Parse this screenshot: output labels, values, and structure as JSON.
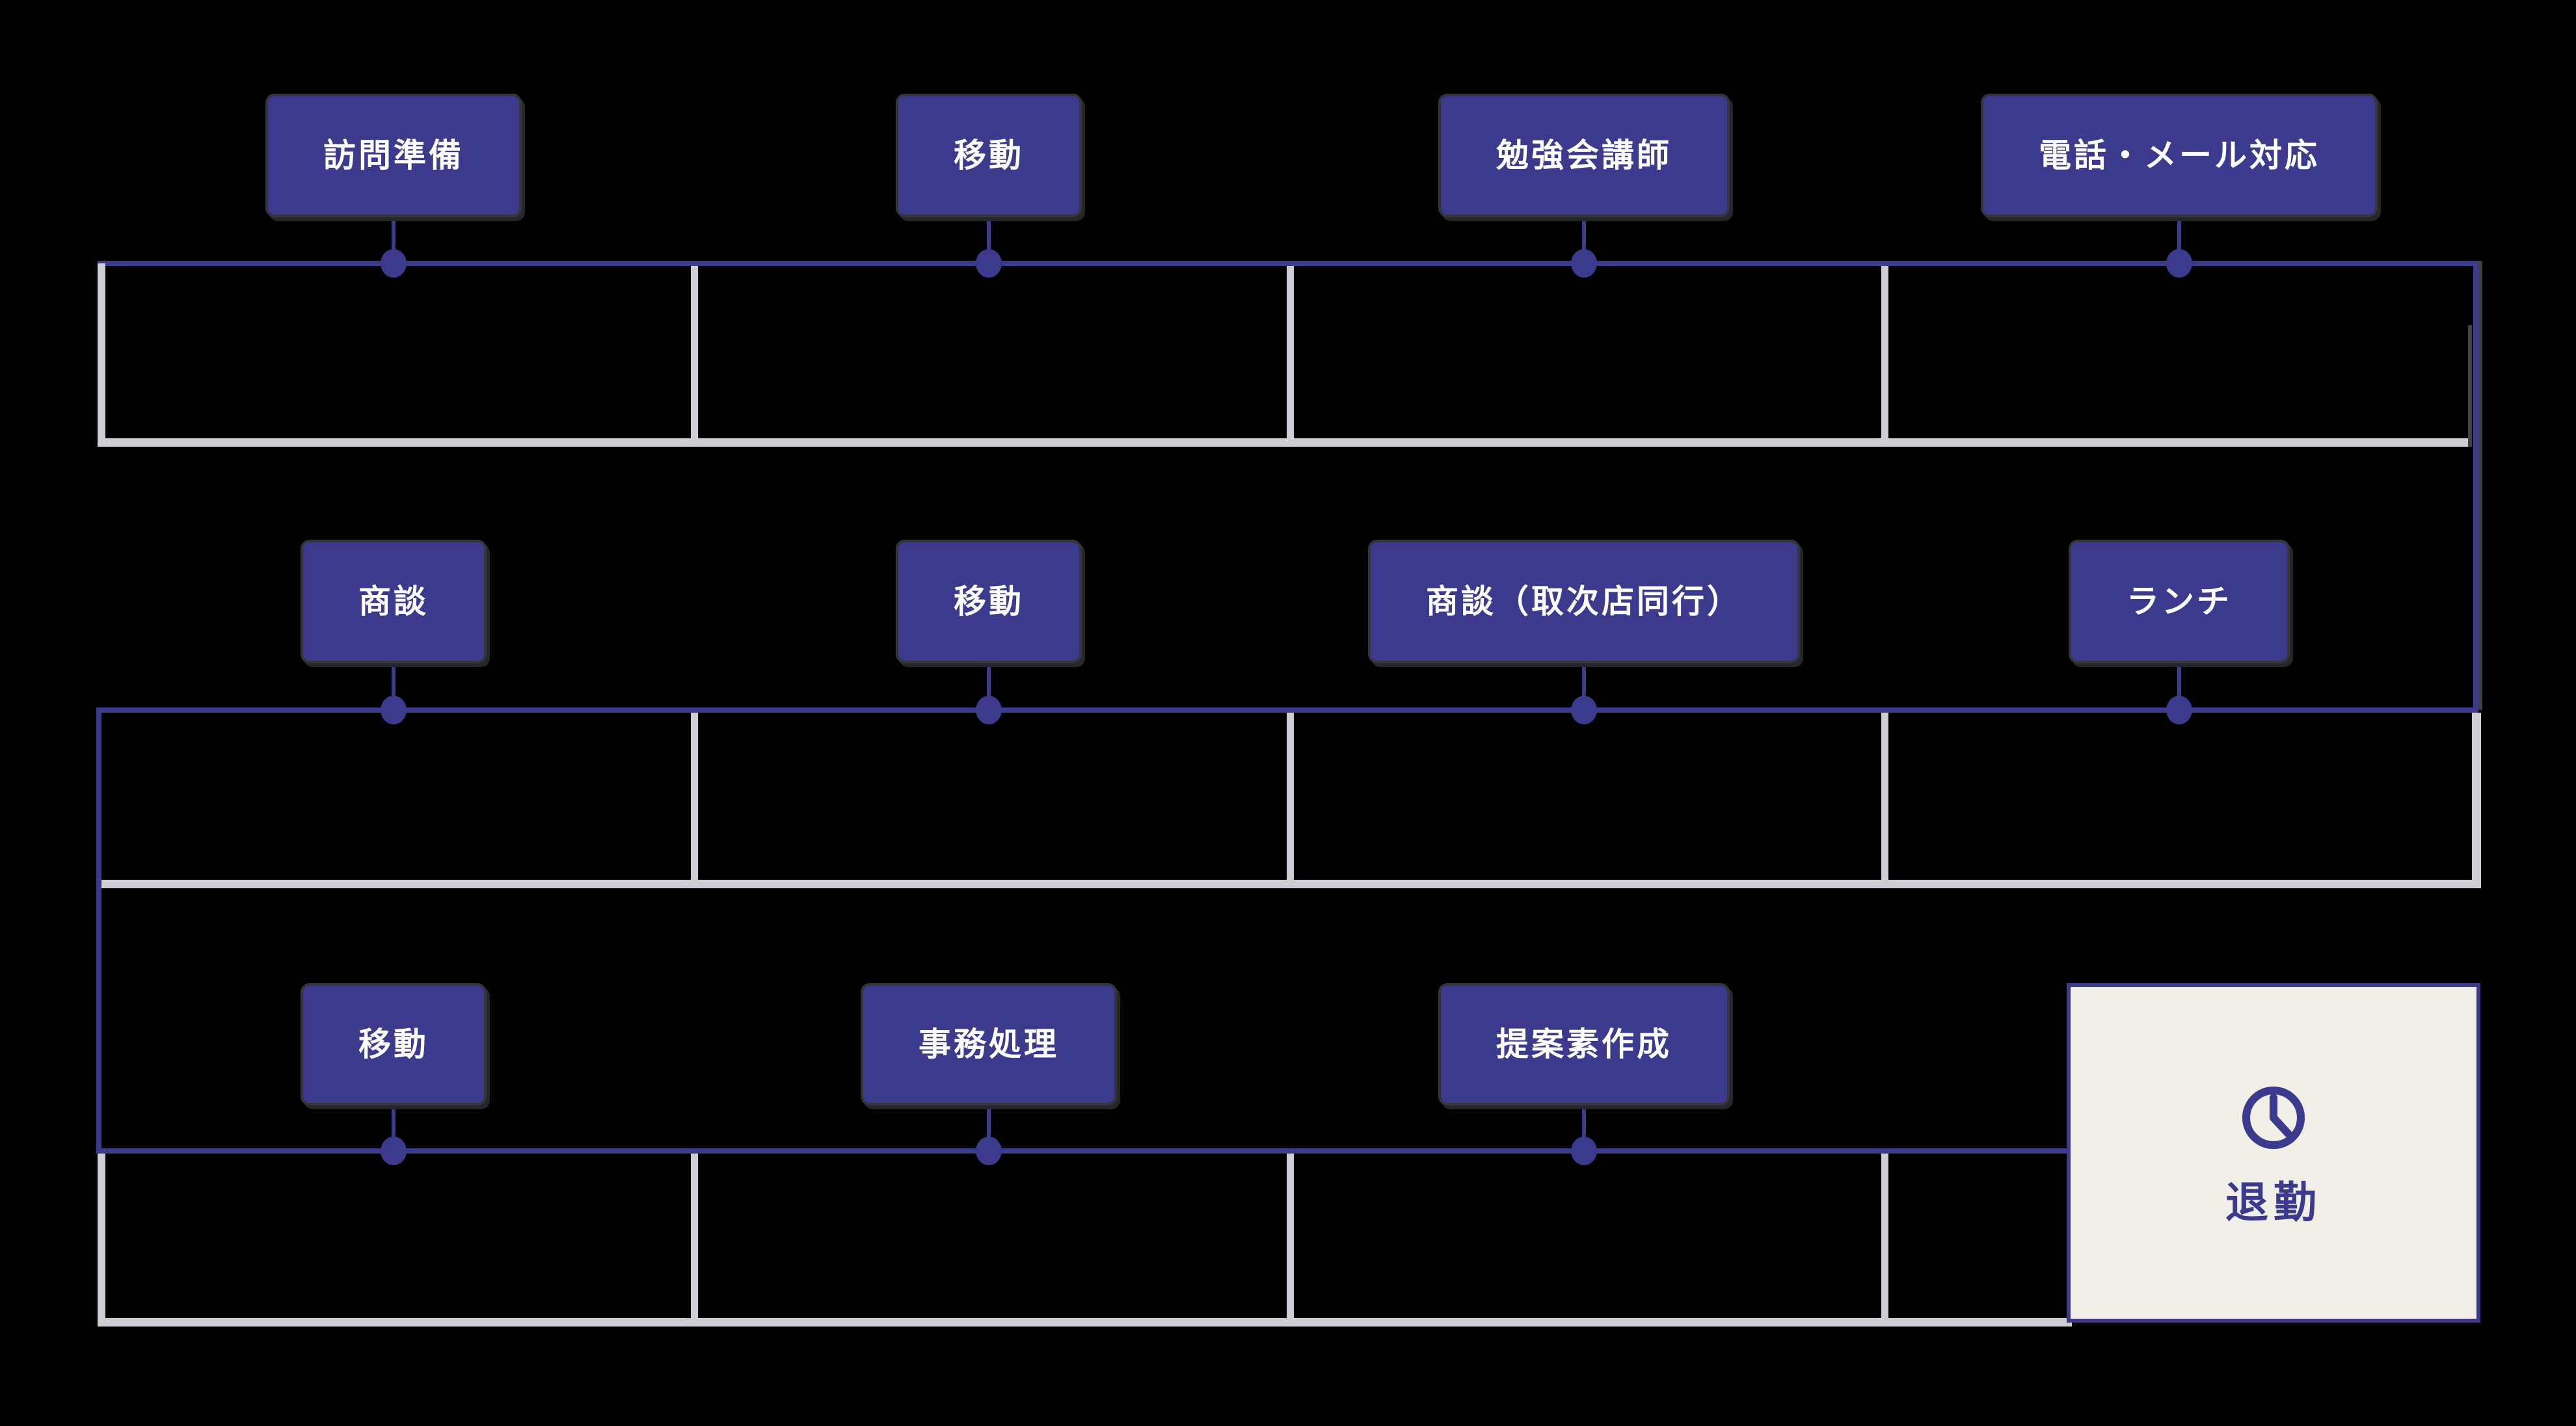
{
  "diagram_title": "daily-schedule-flow",
  "palette": {
    "background": "#000000",
    "accent_navy": "#3b3a8c",
    "track_border_gray": "#cdcdd3",
    "edge_charcoal": "#404047",
    "end_box_cream": "#f2efe9",
    "label_text": "#ffffff"
  },
  "rows": [
    {
      "tasks": [
        "訪問準備",
        "移動",
        "勉強会講師",
        "電話・メール対応"
      ]
    },
    {
      "tasks": [
        "商談",
        "移動",
        "商談（取次店同行）",
        "ランチ"
      ]
    },
    {
      "tasks": [
        "移動",
        "事務処理",
        "提案素作成"
      ]
    }
  ],
  "end": {
    "label": "退勤",
    "icon": "clock-icon"
  }
}
